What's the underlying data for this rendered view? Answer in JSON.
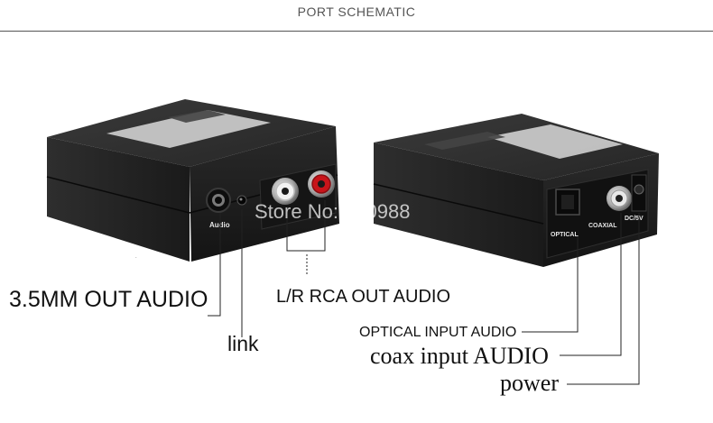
{
  "header": {
    "title": "PORT SCHEMATIC"
  },
  "watermark": "Store No: 910988",
  "device_left": {
    "audio_port_text": "Audio"
  },
  "device_right": {
    "optical_port_text": "OPTICAL",
    "coaxial_port_text": "COAXIAL",
    "power_port_text": "DC/5V"
  },
  "labels": {
    "out_35mm": "3.5MM OUT AUDIO",
    "link": "link",
    "rca_out": "L/R RCA OUT AUDIO",
    "optical_in": "OPTICAL INPUT AUDIO",
    "coax_in": "coax input AUDIO",
    "power": "power"
  },
  "colors": {
    "rca_right": "#c8141a",
    "rca_left": "#f2f2f2",
    "body": "#1c1c1c"
  }
}
